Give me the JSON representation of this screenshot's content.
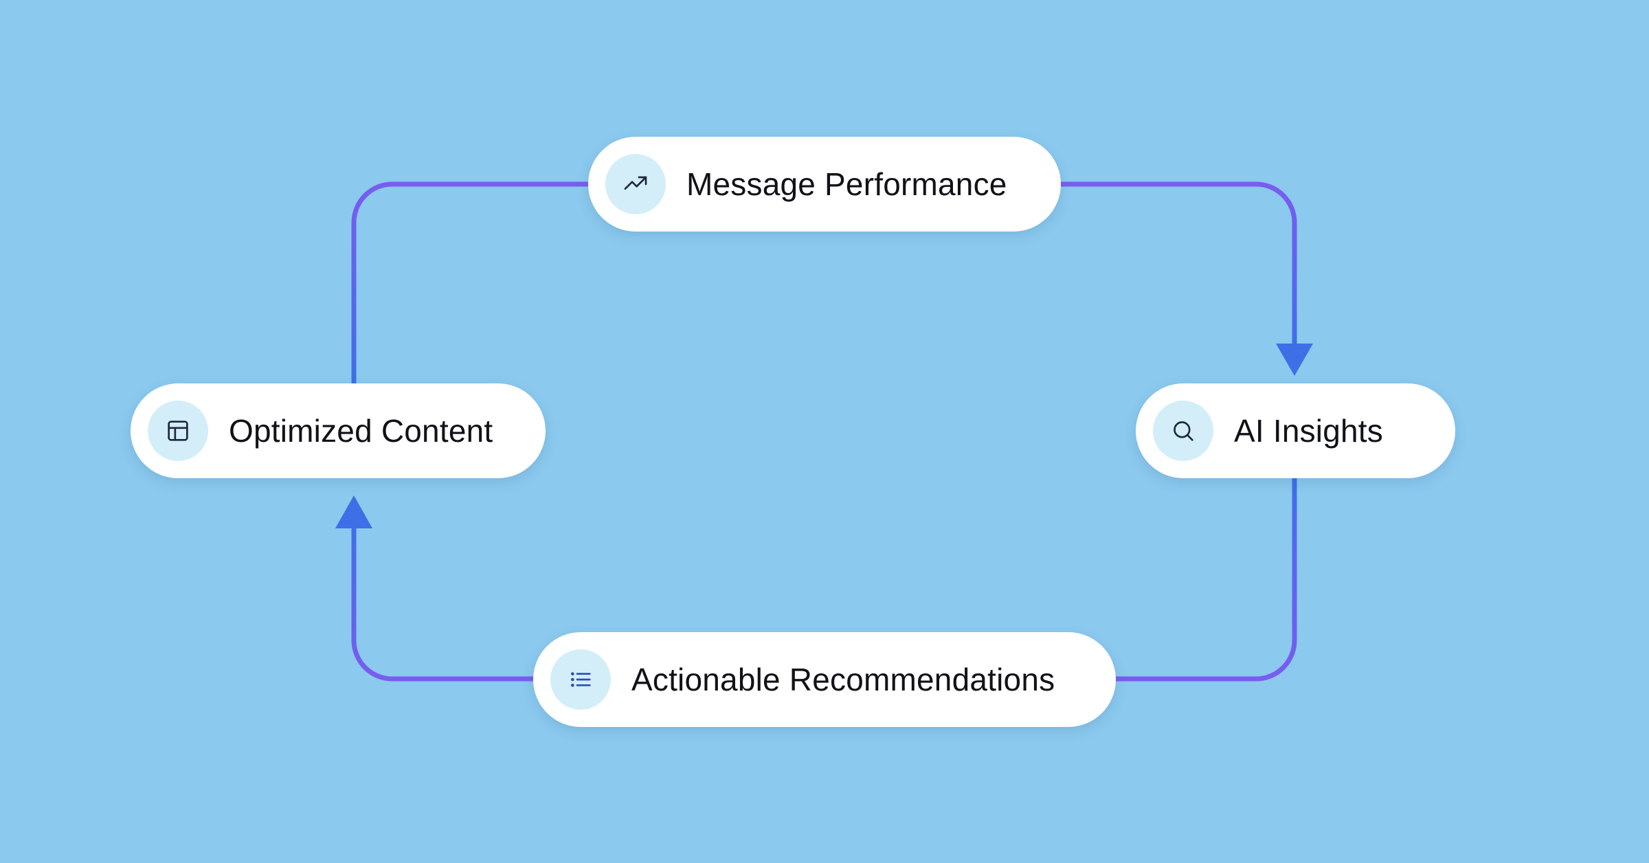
{
  "diagram": {
    "type": "cycle",
    "colors": {
      "background": "#8BC9EE",
      "node_fill": "#FFFFFF",
      "icon_circle": "#D4EEF9",
      "connector_purple": "#7A5CF0",
      "connector_blue": "#3F6FE6"
    },
    "nodes": {
      "message_performance": {
        "label": "Message Performance",
        "icon": "trending-up-icon"
      },
      "ai_insights": {
        "label": "AI Insights",
        "icon": "search-icon"
      },
      "actionable_recommendations": {
        "label": "Actionable Recommendations",
        "icon": "list-icon"
      },
      "optimized_content": {
        "label": "Optimized Content",
        "icon": "layout-icon"
      }
    },
    "edges": [
      {
        "from": "Message Performance",
        "to": "AI Insights"
      },
      {
        "from": "AI Insights",
        "to": "Actionable Recommendations"
      },
      {
        "from": "Actionable Recommendations",
        "to": "Optimized Content"
      },
      {
        "from": "Optimized Content",
        "to": "Message Performance"
      }
    ]
  }
}
